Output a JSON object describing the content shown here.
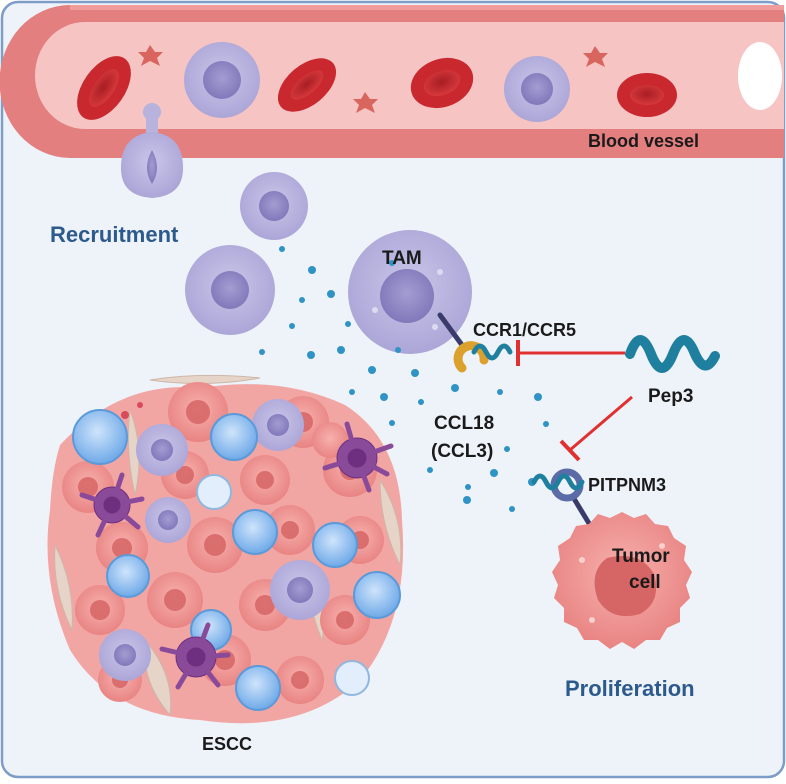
{
  "labels": {
    "blood_vessel": "Blood vessel",
    "recruitment": "Recruitment",
    "tam": "TAM",
    "receptor_tam": "CCR1/CCR5",
    "peptide": "Pep3",
    "chemokine_line1": "CCL18",
    "chemokine_line2": "(CCL3)",
    "receptor_tumor": "PITPNM3",
    "tumor_cell_line1": "Tumor",
    "tumor_cell_line2": "cell",
    "proliferation": "Proliferation",
    "tumor_mass": "ESCC"
  },
  "colors": {
    "background": "#eef3fa",
    "frame": "#7d9cc7",
    "vessel_wall": "#e47f80",
    "vessel_lumen": "#f6c5c3",
    "red_blood_cell": "#c8282e",
    "macrophage": "#b7b3dc",
    "macrophage_nucleus": "#8f88c6",
    "chemokine_dot": "#2f93c5",
    "inhibition": "#e03030",
    "peptide": "#1f7f9e",
    "receptor_ring": "#dba12c",
    "tumor_cell": "#ee8e8e",
    "tumor_nucleus": "#d66565",
    "lymphocyte": "#6ea9e8",
    "dendritic_cell": "#8a4a9a",
    "fibroblast": "#e6d4c8",
    "label_blue": "#2d5a8c"
  }
}
